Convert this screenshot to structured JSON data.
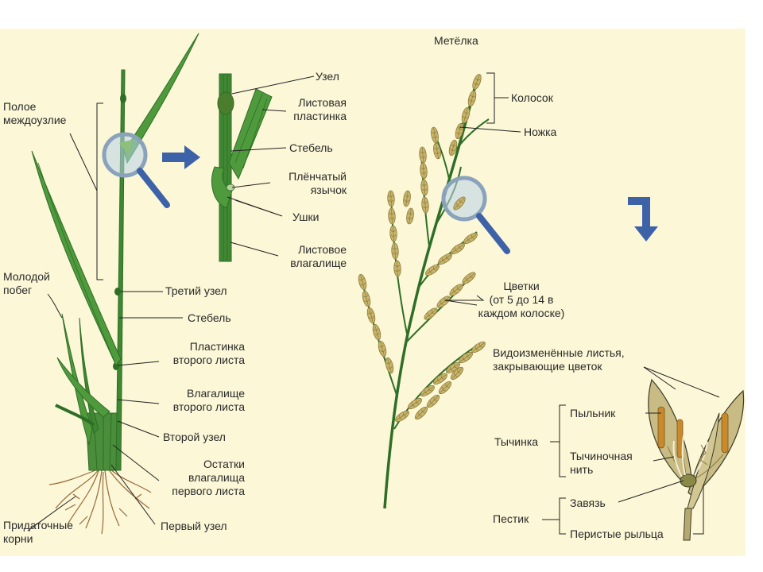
{
  "colors": {
    "background": "#fbf7d7",
    "stem_dark": "#2f6e26",
    "stem_light": "#4f9a3d",
    "spikelet": "#c9b56a",
    "arrow": "#3d62a8",
    "lens": "#b9d3ea",
    "text": "#2a2a2a"
  },
  "icons": [
    "magnifier-icon",
    "right-arrow-icon",
    "down-arrow-icon"
  ],
  "plant_labels": {
    "hollow_internode": "Полое\nмеждоузлие",
    "young_shoot": "Молодой\nпобег",
    "adventitious_roots": "Придаточные\nкорни",
    "third_node": "Третий узел",
    "stem": "Стебель",
    "second_leaf_blade": "Пластинка\nвторого листа",
    "second_leaf_sheath": "Влагалище\nвторого листа",
    "second_node": "Второй узел",
    "first_leaf_remains": "Остатки\nвлагалища\nпервого листа",
    "first_node": "Первый узел"
  },
  "detail_labels": {
    "node": "Узел",
    "leaf_blade": "Листовая\nпластинка",
    "stem": "Стебель",
    "ligule": "Плёнчатый\nязычок",
    "auricles": "Ушки",
    "leaf_sheath": "Листовое\nвлагалище"
  },
  "panicle_labels": {
    "title": "Метёлка",
    "spikelet": "Колосок",
    "pedicel": "Ножка",
    "flowers": "Цветки\n(от 5 до 14 в\nкаждом колоске)"
  },
  "flower_labels": {
    "modified_leaves": "Видоизменённые листья,\nзакрывающие цветок",
    "anther": "Пыльник",
    "stamen": "Тычинка",
    "filament": "Тычиночная\nнить",
    "pistil": "Пестик",
    "ovary": "Завязь",
    "stigmas": "Перистые рыльца"
  }
}
